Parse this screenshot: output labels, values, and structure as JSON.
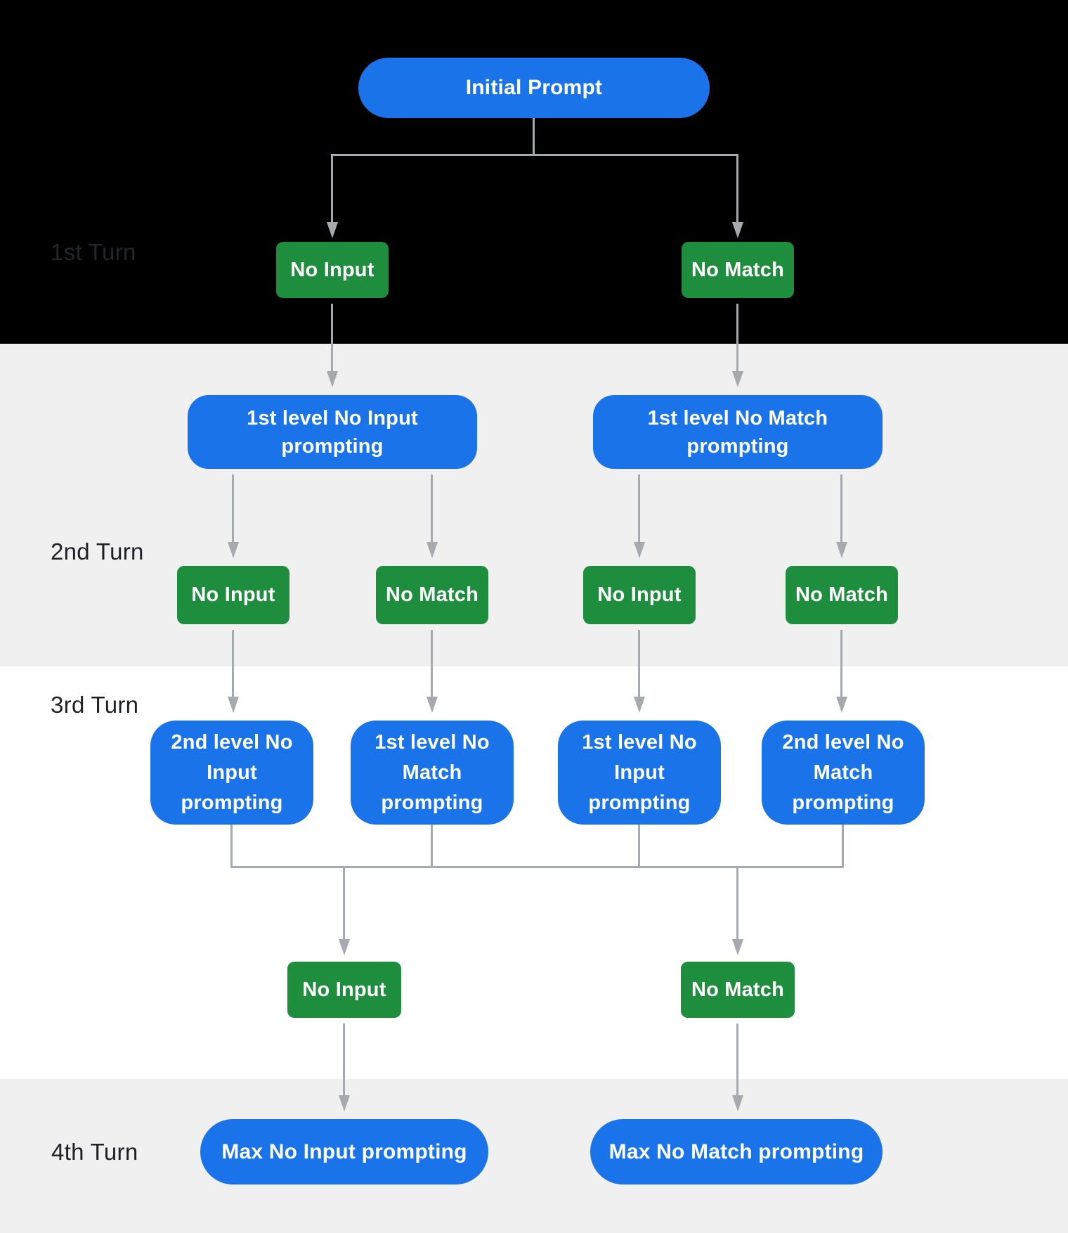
{
  "diagram_type": "flowchart",
  "colors": {
    "node_blue": "#1a73e8",
    "node_green": "#1e8e3e",
    "band_black": "#000000",
    "band_gray": "#f0f0f1",
    "band_white": "#ffffff",
    "connector_gray": "#a6a9ad",
    "label_dark": "#202124",
    "label_on_black": "#24262a",
    "node_text": "#ffffff"
  },
  "turn_labels": [
    "1st Turn",
    "2nd Turn",
    "3rd Turn",
    "4th Turn"
  ],
  "nodes": {
    "initial_prompt": "Initial Prompt",
    "turn1": [
      "No Input",
      "No Match"
    ],
    "level1_prompts": [
      "1st level No Input prompting",
      "1st level No Match prompting"
    ],
    "turn2": [
      "No Input",
      "No Match",
      "No Input",
      "No Match"
    ],
    "level2_prompts": [
      "2nd level No Input prompting",
      "1st level No Match prompting",
      "1st level No Input prompting",
      "2nd level No Match prompting"
    ],
    "turn3": [
      "No Input",
      "No Match"
    ],
    "max_prompts": [
      "Max No Input prompting",
      "Max No Match prompting"
    ]
  }
}
